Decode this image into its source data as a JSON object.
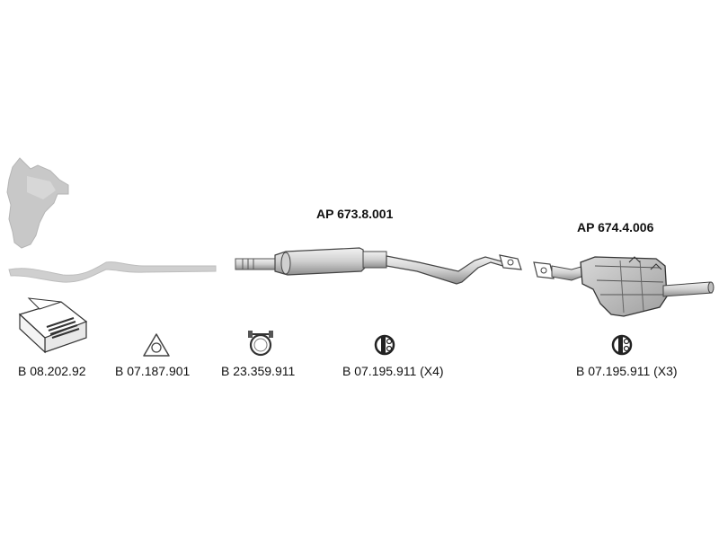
{
  "parts": {
    "mid_section": {
      "number": "AP 673.8.001"
    },
    "rear_silencer": {
      "number": "AP 674.4.006"
    }
  },
  "accessories": [
    {
      "number": "B 08.202.92",
      "icon": "mounting-kit-box-icon"
    },
    {
      "number": "B 07.187.901",
      "icon": "triangular-gasket-icon"
    },
    {
      "number": "B 23.359.911",
      "icon": "pipe-clamp-icon"
    },
    {
      "number": "B 07.195.911 (X4)",
      "icon": "rubber-hanger-icon"
    },
    {
      "number": "B 07.195.911 (X3)",
      "icon": "rubber-hanger-icon"
    }
  ],
  "colors": {
    "line": "#555555",
    "fill_light": "#e6e6e6",
    "fill_mid": "#c8c8c8",
    "fill_dark": "#9a9a9a"
  }
}
